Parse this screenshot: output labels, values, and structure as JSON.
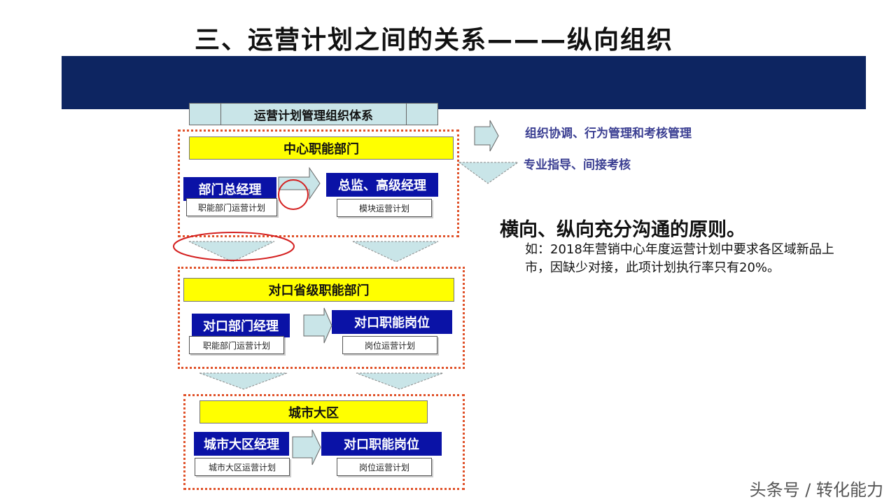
{
  "title": "三、运营计划之间的关系———纵向组织",
  "org_header": "运营计划管理组织体系",
  "side_notes": {
    "top_arrow_text": "组织协调、行为管理和考核管理",
    "down_arrow_text": "专业指导、间接考核"
  },
  "principle": "横向、纵向充分沟通的原则。",
  "example": "如：2018年营销中心年度运营计划中要求各区域新品上市，因缺少对接，此项计划执行率只有20%。",
  "levels": [
    {
      "name": "中心职能部门",
      "left_role": "部门总经理",
      "left_plan": "职能部门运营计划",
      "right_role": "总监、高级经理",
      "right_plan": "模块运营计划"
    },
    {
      "name": "对口省级职能部门",
      "left_role": "对口部门经理",
      "left_plan": "职能部门运营计划",
      "right_role": "对口职能岗位",
      "right_plan": "岗位运营计划"
    },
    {
      "name": "城市大区",
      "left_role": "城市大区经理",
      "left_plan": "城市大区运营计划",
      "right_role": "对口职能岗位",
      "right_plan": "岗位运营计划"
    }
  ],
  "watermark": "头条号 / 转化能力",
  "colors": {
    "banner": "#0d2561",
    "role_box": "#0a12a6",
    "level_bar": "#ffff00",
    "dotted_border": "#e0522a",
    "arrow_fill": "#c9e5e8",
    "side_text": "#3b3f92",
    "highlight_circle": "#d42020"
  }
}
